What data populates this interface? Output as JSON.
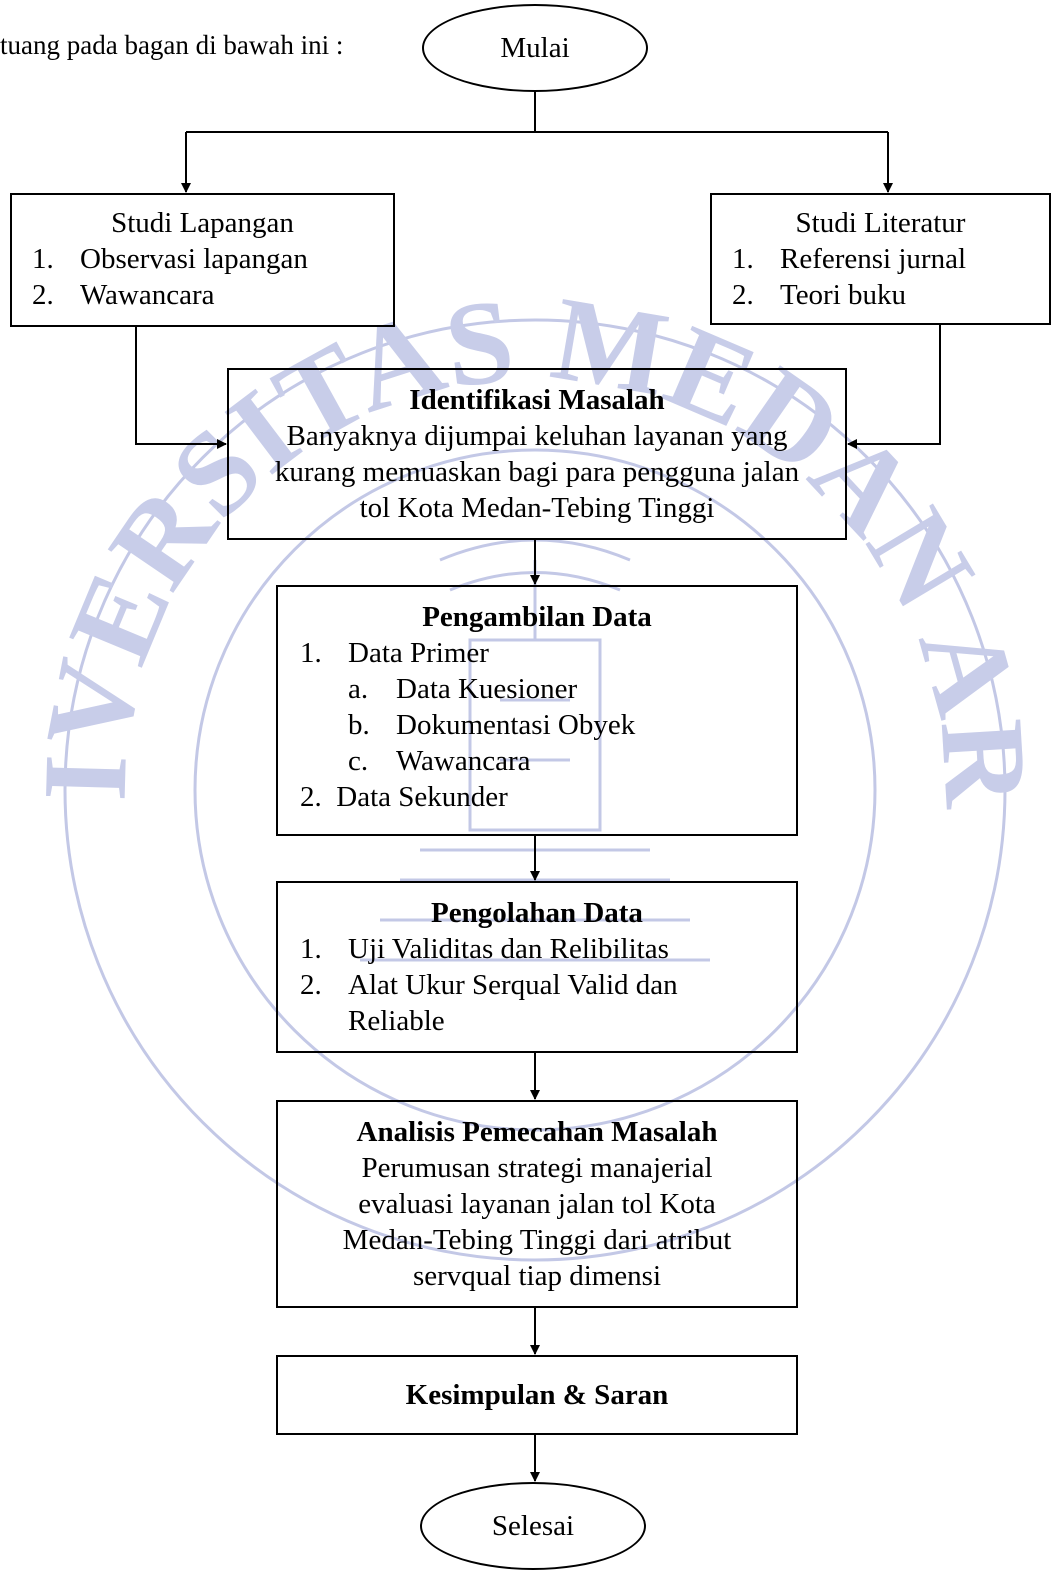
{
  "intro_text": "tuang pada bagan di bawah ini :",
  "watermark": {
    "lettering": "UNIVERSITAS MEDAN AREA",
    "color": "#9098cc"
  },
  "nodes": {
    "start": {
      "label": "Mulai"
    },
    "studi_lapangan": {
      "title": "Studi Lapangan",
      "items": [
        {
          "num": "1.",
          "text": "Observasi lapangan"
        },
        {
          "num": "2.",
          "text": "Wawancara"
        }
      ]
    },
    "studi_literatur": {
      "title": "Studi Literatur",
      "items": [
        {
          "num": "1.",
          "text": "Referensi jurnal"
        },
        {
          "num": "2.",
          "text": "Teori buku"
        }
      ]
    },
    "identifikasi": {
      "title": "Identifikasi Masalah",
      "lines": [
        "Banyaknya dijumpai keluhan layanan yang",
        "kurang memuaskan bagi para pengguna jalan",
        "tol Kota Medan-Tebing Tinggi"
      ]
    },
    "pengambilan": {
      "title": "Pengambilan Data",
      "item1": {
        "num": "1.",
        "text": "Data Primer"
      },
      "sub": [
        {
          "num": "a.",
          "text": "Data Kuesioner"
        },
        {
          "num": "b.",
          "text": "Dokumentasi Obyek"
        },
        {
          "num": "c.",
          "text": "Wawancara"
        }
      ],
      "item2": "2.  Data Sekunder"
    },
    "pengolahan": {
      "title": "Pengolahan Data",
      "items": [
        {
          "num": "1.",
          "text": "Uji Validitas dan Relibilitas"
        },
        {
          "num": "2.",
          "text": "Alat Ukur Serqual Valid dan"
        }
      ],
      "continuation": "Reliable"
    },
    "analisis": {
      "title": "Analisis Pemecahan Masalah",
      "lines": [
        "Perumusan strategi manajerial",
        "evaluasi layanan jalan tol Kota",
        "Medan-Tebing Tinggi dari atribut",
        "servqual tiap dimensi"
      ]
    },
    "kesimpulan": {
      "title": "Kesimpulan & Saran"
    },
    "end": {
      "label": "Selesai"
    }
  }
}
